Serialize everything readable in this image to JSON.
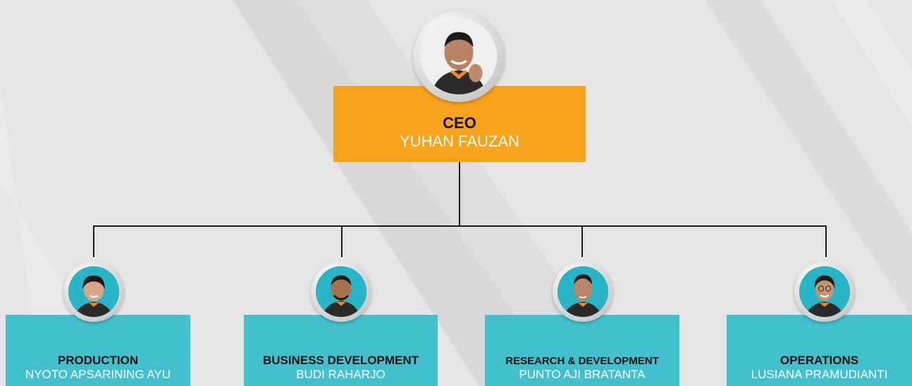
{
  "colors": {
    "background": "#e6e6e6",
    "ceo_box": "#f7a21b",
    "dept_box": "#42c0cd",
    "connector": "#1a1a1a",
    "role_text": "#111111",
    "name_text": "#ffffff"
  },
  "ceo": {
    "role": "CEO",
    "name": "YUHAN FAUZAN",
    "icon": "person-photo-icon"
  },
  "departments": [
    {
      "role": "PRODUCTION",
      "name": "NYOTO APSARINING AYU",
      "icon": "person-photo-icon"
    },
    {
      "role": "BUSINESS DEVELOPMENT",
      "name": "BUDI RAHARJO",
      "icon": "person-photo-icon"
    },
    {
      "role": "RESEARCH & DEVELOPMENT",
      "name": "PUNTO AJI BRATANTA",
      "icon": "person-photo-icon"
    },
    {
      "role": "OPERATIONS",
      "name": "LUSIANA PRAMUDIANTI",
      "icon": "person-photo-icon"
    }
  ]
}
